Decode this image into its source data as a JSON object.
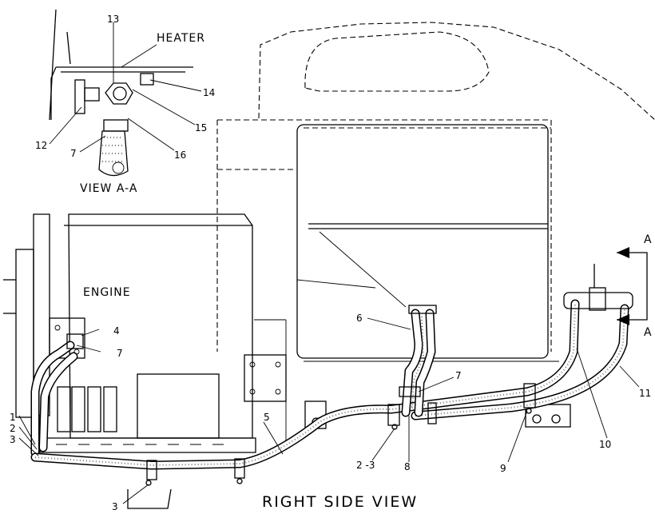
{
  "labels": {
    "heater": "HEATER",
    "view_aa": "VIEW A-A",
    "engine": "ENGINE",
    "right_side_view": "RIGHT SIDE VIEW",
    "section_a_top": "A",
    "section_a_bottom": "A"
  },
  "callouts": {
    "c13": "13",
    "c14": "14",
    "c15": "15",
    "c12": "12",
    "c7_detail": "7",
    "c16": "16",
    "c4": "4",
    "c7_engine": "7",
    "c1": "1",
    "c2": "2",
    "c3_left": "3",
    "c3_bottom": "3",
    "c5": "5",
    "c6": "6",
    "c7_mid": "7",
    "c2_3": "2 -3",
    "c8": "8",
    "c9": "9",
    "c10": "10",
    "c11": "11"
  }
}
